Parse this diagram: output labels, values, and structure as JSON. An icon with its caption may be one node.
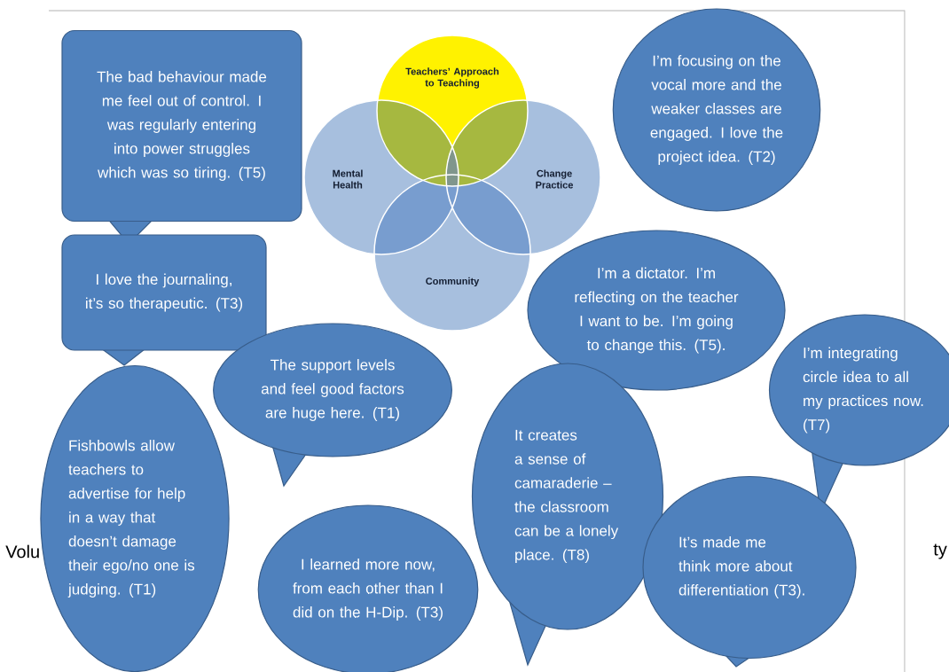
{
  "diagram": {
    "nodes": [
      {
        "text": [
          "The bad behaviour made me feel out of control. I was regularly entering into power struggles which was so tiring. (T5)"
        ]
      },
      {
        "text": [
          "Teachers’ Approach to Teaching"
        ]
      },
      {
        "text": [
          "I’m focusing on the vocal more and the weaker classes are engaged. I love the project idea. (T2)"
        ]
      },
      {
        "text": [
          "Mental Health"
        ]
      },
      {
        "text": [
          "Change Practice"
        ]
      },
      {
        "text": [
          "I love the journaling, it’s so therapeutic. (T3)"
        ]
      },
      {
        "text": [
          "Community"
        ]
      },
      {
        "text": [
          "I’m a dictator. I’m reflecting on the teacher I want to be. I’m going to change this. (T5)."
        ]
      },
      {
        "text": [
          "I’m integrating circle idea to all my practices now. (T7)"
        ]
      },
      {
        "text": [
          "The support levels and feel good factors are huge here. (T1)"
        ]
      },
      {
        "text": [
          "Fishbowls allow teachers to advertise for help in a way that doesn’t damage their ego/no one is judging. (T1)"
        ]
      },
      {
        "text": [
          "It creates a sense of camaraderie – the classroom can be a lonely place. (T8)"
        ]
      },
      {
        "text": [
          "I learned more now, from each other than I did on the H-Dip. (T3)"
        ]
      },
      {
        "text": [
          "It’s made me think more about differentiation (T3)."
        ]
      }
    ],
    "labels": [
      "Volu",
      "ty"
    ]
  }
}
